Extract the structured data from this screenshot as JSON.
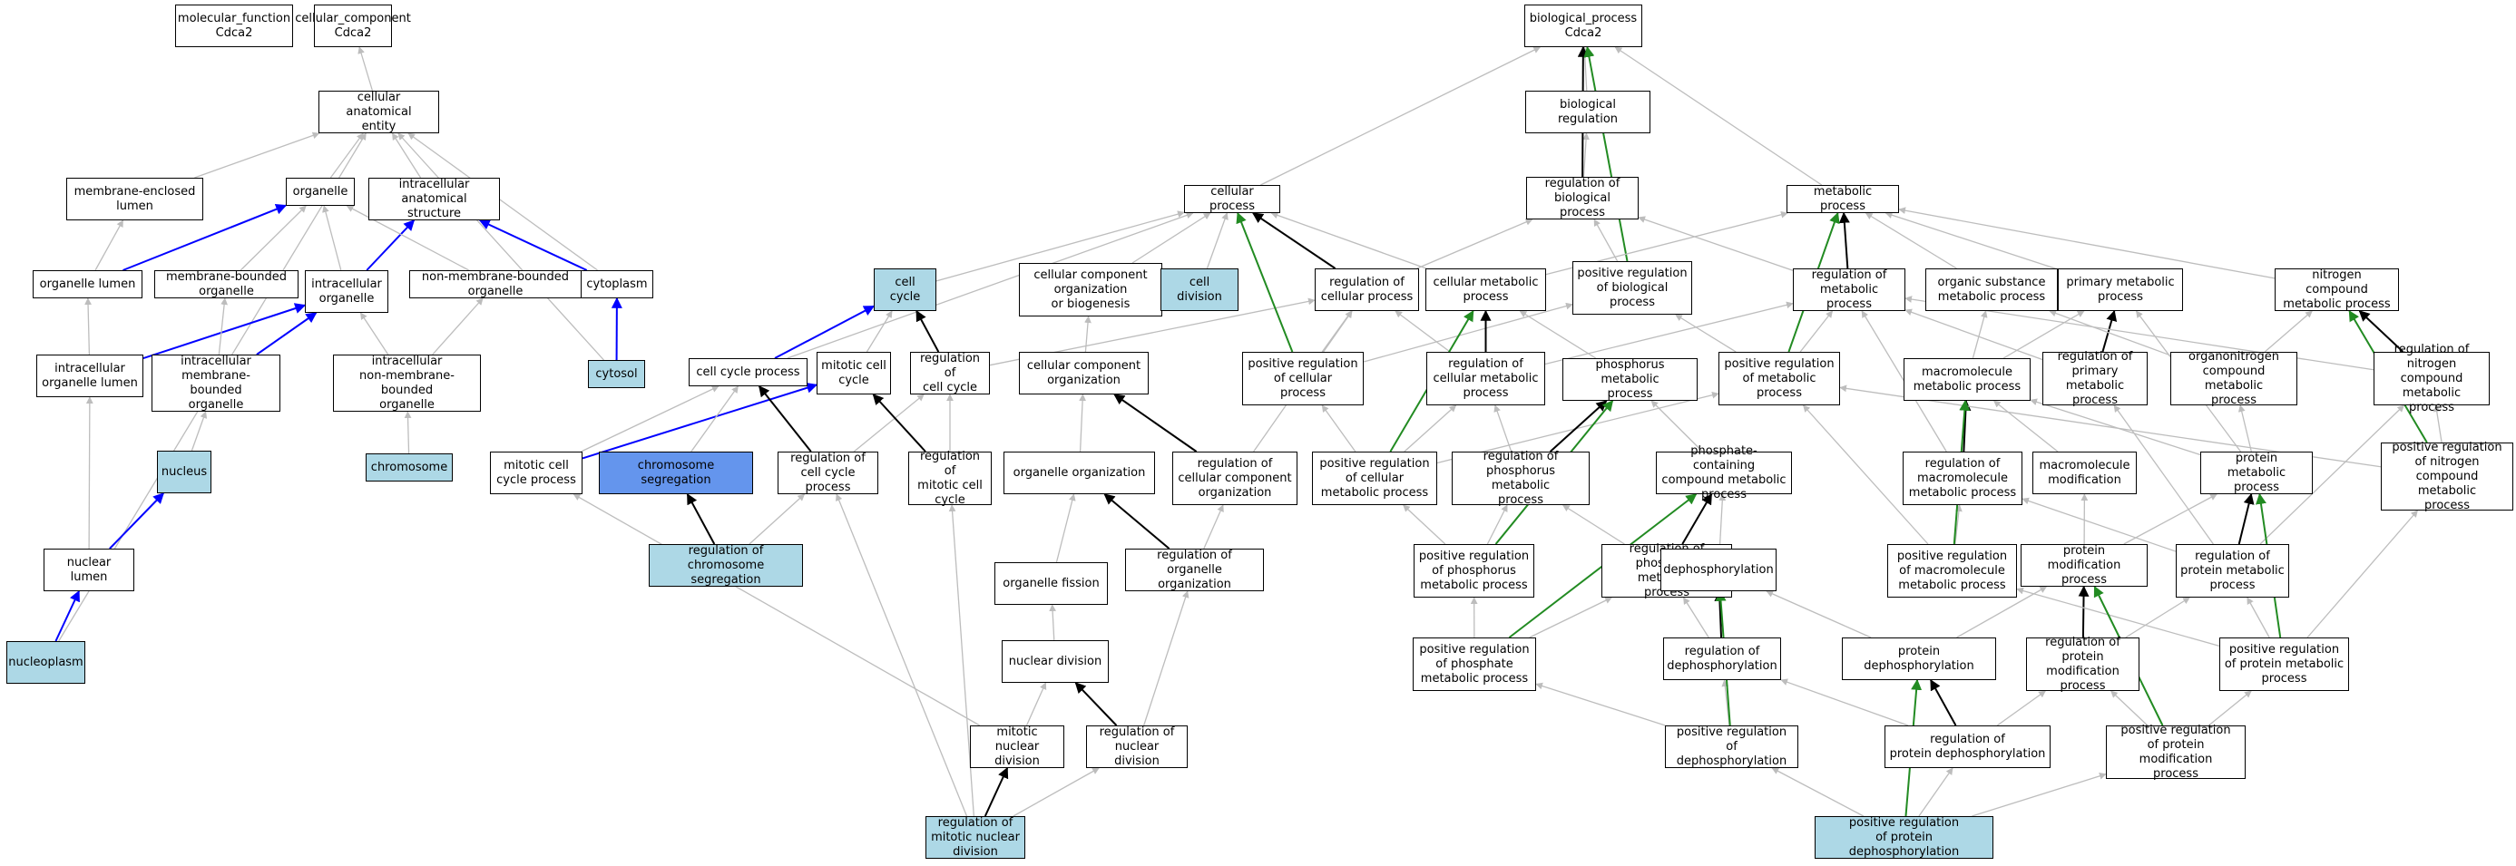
{
  "colors": {
    "white": "#ffffff",
    "light": "#add8e6",
    "dark": "#6495ed",
    "edge_default": "#bdbdbd",
    "edge_black": "#000000",
    "edge_blue": "#0000ff",
    "edge_green": "#228b22"
  },
  "nodes": {
    "mf": {
      "label": "molecular_function\nCdca2",
      "fill": "white"
    },
    "cc": {
      "label": "cellular_component\nCdca2",
      "fill": "white"
    },
    "bp": {
      "label": "biological_process\nCdca2",
      "fill": "white"
    },
    "cae": {
      "label": "cellular anatomical\nentity",
      "fill": "white"
    },
    "mel": {
      "label": "membrane-enclosed\nlumen",
      "fill": "white"
    },
    "org": {
      "label": "organelle",
      "fill": "white"
    },
    "ias": {
      "label": "intracellular\nanatomical structure",
      "fill": "white"
    },
    "orglum": {
      "label": "organelle lumen",
      "fill": "white"
    },
    "mbo": {
      "label": "membrane-bounded\norganelle",
      "fill": "white"
    },
    "io": {
      "label": "intracellular\norganelle",
      "fill": "white"
    },
    "nmbo": {
      "label": "non-membrane-bounded\norganelle",
      "fill": "white"
    },
    "cyto": {
      "label": "cytoplasm",
      "fill": "white"
    },
    "iol": {
      "label": "intracellular\norganelle lumen",
      "fill": "white"
    },
    "imbo": {
      "label": "intracellular\nmembrane-bounded\norganelle",
      "fill": "white"
    },
    "inmbo": {
      "label": "intracellular\nnon-membrane-bounded\norganelle",
      "fill": "white"
    },
    "cytosol": {
      "label": "cytosol",
      "fill": "light"
    },
    "nucleus": {
      "label": "nucleus",
      "fill": "light"
    },
    "chromosome": {
      "label": "chromosome",
      "fill": "light"
    },
    "nuclum": {
      "label": "nuclear lumen",
      "fill": "white"
    },
    "nucleoplasm": {
      "label": "nucleoplasm",
      "fill": "light"
    },
    "biolreg": {
      "label": "biological regulation",
      "fill": "white"
    },
    "cp": {
      "label": "cellular process",
      "fill": "white"
    },
    "rbp": {
      "label": "regulation of\nbiological process",
      "fill": "white"
    },
    "mp": {
      "label": "metabolic process",
      "fill": "white"
    },
    "cellcycle": {
      "label": "cell cycle",
      "fill": "light"
    },
    "ccob": {
      "label": "cellular component\norganization\nor biogenesis",
      "fill": "white"
    },
    "celldiv": {
      "label": "cell division",
      "fill": "light"
    },
    "rcp": {
      "label": "regulation of\ncellular process",
      "fill": "white"
    },
    "cmp": {
      "label": "cellular metabolic\nprocess",
      "fill": "white"
    },
    "prbp": {
      "label": "positive regulation\nof biological\nprocess",
      "fill": "white"
    },
    "rmp": {
      "label": "regulation of\nmetabolic process",
      "fill": "white"
    },
    "osmp": {
      "label": "organic substance\nmetabolic process",
      "fill": "white"
    },
    "pmp": {
      "label": "primary metabolic\nprocess",
      "fill": "white"
    },
    "ncmp": {
      "label": "nitrogen compound\nmetabolic process",
      "fill": "white"
    },
    "ccp": {
      "label": "cell cycle process",
      "fill": "white"
    },
    "mcc": {
      "label": "mitotic cell\ncycle",
      "fill": "white"
    },
    "rcc": {
      "label": "regulation of\ncell cycle",
      "fill": "white"
    },
    "cco": {
      "label": "cellular component\norganization",
      "fill": "white"
    },
    "prcp": {
      "label": "positive regulation\nof cellular\nprocess",
      "fill": "white"
    },
    "rcmp": {
      "label": "regulation of\ncellular metabolic\nprocess",
      "fill": "white"
    },
    "phmp": {
      "label": "phosphorus metabolic\nprocess",
      "fill": "white"
    },
    "prmp": {
      "label": "positive regulation\nof metabolic\nprocess",
      "fill": "white"
    },
    "mmp": {
      "label": "macromolecule\nmetabolic process",
      "fill": "white"
    },
    "rpmp": {
      "label": "regulation of\nprimary metabolic\nprocess",
      "fill": "white"
    },
    "oncmp": {
      "label": "organonitrogen\ncompound metabolic\nprocess",
      "fill": "white"
    },
    "rncmp": {
      "label": "regulation of\nnitrogen compound\nmetabolic process",
      "fill": "white"
    },
    "mccp": {
      "label": "mitotic cell\ncycle process",
      "fill": "white"
    },
    "chrseg": {
      "label": "chromosome segregation",
      "fill": "dark"
    },
    "rccp": {
      "label": "regulation of\ncell cycle process",
      "fill": "white"
    },
    "rmcc": {
      "label": "regulation of\nmitotic cell\ncycle",
      "fill": "white"
    },
    "orgorg": {
      "label": "organelle organization",
      "fill": "white"
    },
    "rcco": {
      "label": "regulation of\ncellular component\norganization",
      "fill": "white"
    },
    "prcmp": {
      "label": "positive regulation\nof cellular\nmetabolic process",
      "fill": "white"
    },
    "rphmp": {
      "label": "regulation of\nphosphorus metabolic\nprocess",
      "fill": "white"
    },
    "pccmp": {
      "label": "phosphate-containing\ncompound metabolic\nprocess",
      "fill": "white"
    },
    "rmmp": {
      "label": "regulation of\nmacromolecule\nmetabolic process",
      "fill": "white"
    },
    "mmod": {
      "label": "macromolecule\nmodification",
      "fill": "white"
    },
    "protmp": {
      "label": "protein metabolic\nprocess",
      "fill": "white"
    },
    "prncmp": {
      "label": "positive regulation\nof nitrogen\ncompound metabolic\nprocess",
      "fill": "white"
    },
    "rchrseg": {
      "label": "regulation of\nchromosome segregation",
      "fill": "light"
    },
    "orgfis": {
      "label": "organelle fission",
      "fill": "white"
    },
    "roo": {
      "label": "regulation of\norganelle organization",
      "fill": "white"
    },
    "prphmp": {
      "label": "positive regulation\nof phosphorus\nmetabolic process",
      "fill": "white"
    },
    "rpcmp": {
      "label": "regulation of\nphosphate metabolic\nprocess",
      "fill": "white"
    },
    "deph": {
      "label": "dephosphorylation",
      "fill": "white"
    },
    "prmmp": {
      "label": "positive regulation\nof macromolecule\nmetabolic process",
      "fill": "white"
    },
    "pmod": {
      "label": "protein modification\nprocess",
      "fill": "white"
    },
    "rprotmp": {
      "label": "regulation of\nprotein metabolic\nprocess",
      "fill": "white"
    },
    "nucdiv": {
      "label": "nuclear division",
      "fill": "white"
    },
    "prpcmp": {
      "label": "positive regulation\nof phosphate\nmetabolic process",
      "fill": "white"
    },
    "rdeph": {
      "label": "regulation of\ndephosphorylation",
      "fill": "white"
    },
    "pdeph": {
      "label": "protein dephosphorylation",
      "fill": "white"
    },
    "rpmod": {
      "label": "regulation of\nprotein modification\nprocess",
      "fill": "white"
    },
    "prprotmp": {
      "label": "positive regulation\nof protein metabolic\nprocess",
      "fill": "white"
    },
    "mnd": {
      "label": "mitotic nuclear\ndivision",
      "fill": "white"
    },
    "rnd": {
      "label": "regulation of\nnuclear division",
      "fill": "white"
    },
    "prdeph": {
      "label": "positive regulation\nof dephosphorylation",
      "fill": "white"
    },
    "rpdeph": {
      "label": "regulation of\nprotein dephosphorylation",
      "fill": "white"
    },
    "prpmod": {
      "label": "positive regulation\nof protein modification\nprocess",
      "fill": "white"
    },
    "rmnd": {
      "label": "regulation of\nmitotic nuclear\ndivision",
      "fill": "light"
    },
    "prpdeph": {
      "label": "positive regulation\nof protein dephosphorylation",
      "fill": "light"
    }
  },
  "edges": [
    [
      "cae",
      "cc",
      "default"
    ],
    [
      "mel",
      "cae",
      "default"
    ],
    [
      "org",
      "cae",
      "default"
    ],
    [
      "ias",
      "cae",
      "default"
    ],
    [
      "cyto",
      "cae",
      "default"
    ],
    [
      "cytosol",
      "cae",
      "default"
    ],
    [
      "nucleoplasm",
      "cae",
      "default"
    ],
    [
      "orglum",
      "mel",
      "default"
    ],
    [
      "orglum",
      "org",
      "blue"
    ],
    [
      "mbo",
      "org",
      "default"
    ],
    [
      "io",
      "org",
      "default"
    ],
    [
      "io",
      "ias",
      "blue"
    ],
    [
      "nmbo",
      "org",
      "default"
    ],
    [
      "cyto",
      "ias",
      "blue"
    ],
    [
      "iol",
      "orglum",
      "default"
    ],
    [
      "iol",
      "io",
      "blue"
    ],
    [
      "imbo",
      "mbo",
      "default"
    ],
    [
      "imbo",
      "io",
      "blue"
    ],
    [
      "inmbo",
      "io",
      "default"
    ],
    [
      "inmbo",
      "nmbo",
      "default"
    ],
    [
      "cytosol",
      "cyto",
      "blue"
    ],
    [
      "nucleus",
      "imbo",
      "default"
    ],
    [
      "chromosome",
      "inmbo",
      "default"
    ],
    [
      "nuclum",
      "iol",
      "default"
    ],
    [
      "nuclum",
      "nucleus",
      "blue"
    ],
    [
      "nucleoplasm",
      "nuclum",
      "blue"
    ],
    [
      "biolreg",
      "bp",
      "default"
    ],
    [
      "cp",
      "bp",
      "default"
    ],
    [
      "mp",
      "bp",
      "default"
    ],
    [
      "rbp",
      "biolreg",
      "default"
    ],
    [
      "rbp",
      "bp",
      "black"
    ],
    [
      "prbp",
      "bp",
      "green"
    ],
    [
      "cellcycle",
      "cp",
      "default"
    ],
    [
      "ccob",
      "cp",
      "default"
    ],
    [
      "celldiv",
      "cp",
      "default"
    ],
    [
      "rcp",
      "cp",
      "black"
    ],
    [
      "rcp",
      "rbp",
      "default"
    ],
    [
      "cmp",
      "cp",
      "default"
    ],
    [
      "cmp",
      "mp",
      "default"
    ],
    [
      "prbp",
      "rbp",
      "default"
    ],
    [
      "rmp",
      "mp",
      "black"
    ],
    [
      "rmp",
      "rbp",
      "default"
    ],
    [
      "osmp",
      "mp",
      "default"
    ],
    [
      "pmp",
      "mp",
      "default"
    ],
    [
      "ncmp",
      "mp",
      "default"
    ],
    [
      "ccp",
      "cellcycle",
      "blue"
    ],
    [
      "ccp",
      "cp",
      "default"
    ],
    [
      "mcc",
      "cellcycle",
      "default"
    ],
    [
      "rcc",
      "cellcycle",
      "black"
    ],
    [
      "rcc",
      "rcp",
      "default"
    ],
    [
      "cco",
      "ccob",
      "default"
    ],
    [
      "prcp",
      "rcp",
      "default"
    ],
    [
      "prcp",
      "cp",
      "green"
    ],
    [
      "prcp",
      "prbp",
      "default"
    ],
    [
      "rcmp",
      "cmp",
      "black"
    ],
    [
      "rcmp",
      "rcp",
      "default"
    ],
    [
      "rcmp",
      "rmp",
      "default"
    ],
    [
      "phmp",
      "cmp",
      "default"
    ],
    [
      "prmp",
      "rmp",
      "default"
    ],
    [
      "prmp",
      "mp",
      "green"
    ],
    [
      "prmp",
      "prbp",
      "default"
    ],
    [
      "mmp",
      "osmp",
      "default"
    ],
    [
      "mmp",
      "pmp",
      "default"
    ],
    [
      "rpmp",
      "pmp",
      "black"
    ],
    [
      "rpmp",
      "rmp",
      "default"
    ],
    [
      "oncmp",
      "osmp",
      "default"
    ],
    [
      "oncmp",
      "ncmp",
      "default"
    ],
    [
      "rncmp",
      "ncmp",
      "black"
    ],
    [
      "rncmp",
      "rmp",
      "default"
    ],
    [
      "mccp",
      "ccp",
      "default"
    ],
    [
      "mccp",
      "mcc",
      "blue"
    ],
    [
      "chrseg",
      "ccp",
      "default"
    ],
    [
      "rccp",
      "ccp",
      "black"
    ],
    [
      "rccp",
      "rcc",
      "default"
    ],
    [
      "rmcc",
      "mcc",
      "black"
    ],
    [
      "rmcc",
      "rcc",
      "default"
    ],
    [
      "orgorg",
      "cco",
      "default"
    ],
    [
      "rcco",
      "cco",
      "black"
    ],
    [
      "rcco",
      "rcp",
      "default"
    ],
    [
      "prcmp",
      "rcmp",
      "default"
    ],
    [
      "prcmp",
      "cmp",
      "green"
    ],
    [
      "prcmp",
      "prcp",
      "default"
    ],
    [
      "prcmp",
      "prmp",
      "default"
    ],
    [
      "rphmp",
      "phmp",
      "black"
    ],
    [
      "rphmp",
      "rcmp",
      "default"
    ],
    [
      "pccmp",
      "phmp",
      "default"
    ],
    [
      "rmmp",
      "mmp",
      "black"
    ],
    [
      "rmmp",
      "rmp",
      "default"
    ],
    [
      "mmod",
      "mmp",
      "default"
    ],
    [
      "protmp",
      "mmp",
      "default"
    ],
    [
      "protmp",
      "pmp",
      "default"
    ],
    [
      "protmp",
      "oncmp",
      "default"
    ],
    [
      "prncmp",
      "rncmp",
      "default"
    ],
    [
      "prncmp",
      "ncmp",
      "green"
    ],
    [
      "prncmp",
      "prmp",
      "default"
    ],
    [
      "rchrseg",
      "chrseg",
      "black"
    ],
    [
      "rchrseg",
      "rccp",
      "default"
    ],
    [
      "orgfis",
      "orgorg",
      "default"
    ],
    [
      "roo",
      "orgorg",
      "black"
    ],
    [
      "roo",
      "rcco",
      "default"
    ],
    [
      "prphmp",
      "rphmp",
      "default"
    ],
    [
      "prphmp",
      "phmp",
      "green"
    ],
    [
      "prphmp",
      "prcmp",
      "default"
    ],
    [
      "rpcmp",
      "rphmp",
      "default"
    ],
    [
      "rpcmp",
      "pccmp",
      "black"
    ],
    [
      "deph",
      "pccmp",
      "default"
    ],
    [
      "prmmp",
      "rmmp",
      "default"
    ],
    [
      "prmmp",
      "mmp",
      "green"
    ],
    [
      "prmmp",
      "prmp",
      "default"
    ],
    [
      "pmod",
      "mmod",
      "default"
    ],
    [
      "pmod",
      "protmp",
      "default"
    ],
    [
      "rprotmp",
      "protmp",
      "black"
    ],
    [
      "rprotmp",
      "rmmp",
      "default"
    ],
    [
      "rprotmp",
      "rpmp",
      "default"
    ],
    [
      "rprotmp",
      "rncmp",
      "default"
    ],
    [
      "nucdiv",
      "orgfis",
      "default"
    ],
    [
      "prpcmp",
      "rpcmp",
      "default"
    ],
    [
      "prpcmp",
      "pccmp",
      "green"
    ],
    [
      "prpcmp",
      "prphmp",
      "default"
    ],
    [
      "rdeph",
      "deph",
      "black"
    ],
    [
      "rdeph",
      "rpcmp",
      "default"
    ],
    [
      "pdeph",
      "deph",
      "default"
    ],
    [
      "pdeph",
      "pmod",
      "default"
    ],
    [
      "rpmod",
      "pmod",
      "black"
    ],
    [
      "rpmod",
      "rprotmp",
      "default"
    ],
    [
      "prprotmp",
      "rprotmp",
      "default"
    ],
    [
      "prprotmp",
      "protmp",
      "green"
    ],
    [
      "prprotmp",
      "prmmp",
      "default"
    ],
    [
      "prprotmp",
      "prncmp",
      "default"
    ],
    [
      "mnd",
      "nucdiv",
      "default"
    ],
    [
      "mnd",
      "mccp",
      "default"
    ],
    [
      "rnd",
      "nucdiv",
      "black"
    ],
    [
      "rnd",
      "roo",
      "default"
    ],
    [
      "prdeph",
      "rdeph",
      "default"
    ],
    [
      "prdeph",
      "deph",
      "green"
    ],
    [
      "prdeph",
      "prpcmp",
      "default"
    ],
    [
      "rpdeph",
      "pdeph",
      "black"
    ],
    [
      "rpdeph",
      "rdeph",
      "default"
    ],
    [
      "rpdeph",
      "rpmod",
      "default"
    ],
    [
      "prpmod",
      "rpmod",
      "default"
    ],
    [
      "prpmod",
      "pmod",
      "green"
    ],
    [
      "prpmod",
      "prprotmp",
      "default"
    ],
    [
      "rmnd",
      "mnd",
      "black"
    ],
    [
      "rmnd",
      "rnd",
      "default"
    ],
    [
      "rmnd",
      "rccp",
      "default"
    ],
    [
      "rmnd",
      "rmcc",
      "default"
    ],
    [
      "prpdeph",
      "rpdeph",
      "default"
    ],
    [
      "prpdeph",
      "pdeph",
      "green"
    ],
    [
      "prpdeph",
      "prdeph",
      "default"
    ],
    [
      "prpdeph",
      "prpmod",
      "default"
    ]
  ]
}
